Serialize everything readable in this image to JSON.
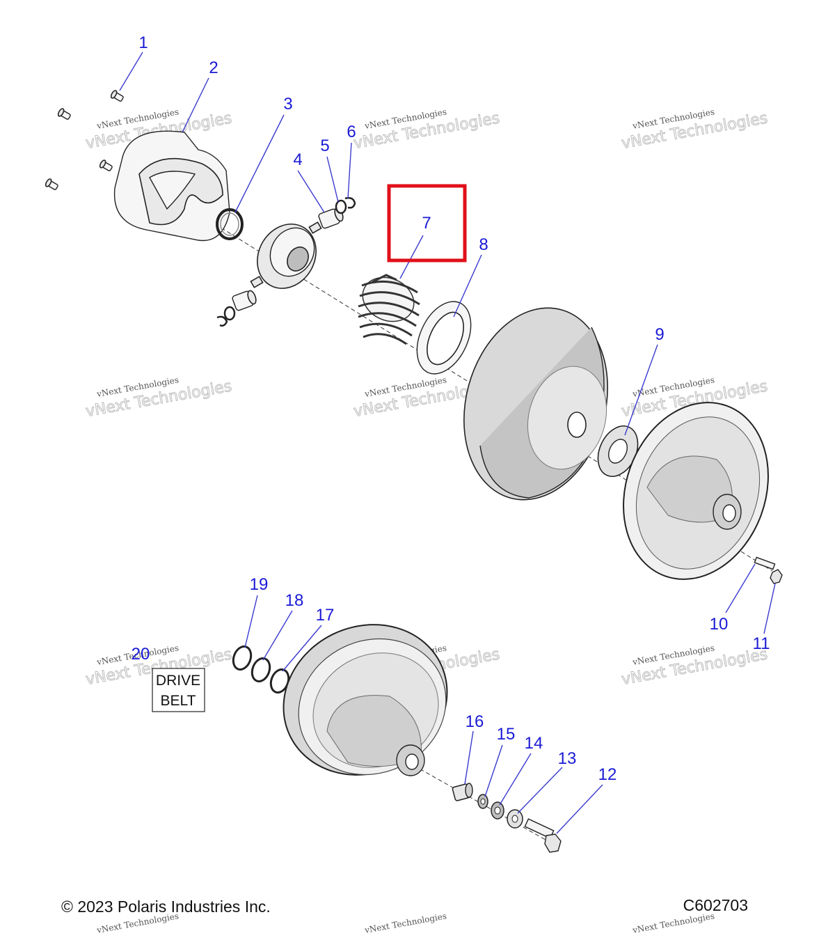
{
  "callouts": [
    "1",
    "2",
    "3",
    "4",
    "5",
    "6",
    "7",
    "8",
    "9",
    "10",
    "11",
    "12",
    "13",
    "14",
    "15",
    "16",
    "17",
    "18",
    "19",
    "20"
  ],
  "highlight_color": "#e0101a",
  "callout_color": "#1a1ad6",
  "drive_belt_label": [
    "DRIVE",
    "BELT"
  ],
  "watermark": {
    "line1": "vNext Technologies",
    "line2": "vNext Technologies"
  },
  "footer": {
    "copyright": "© 2023 Polaris Industries Inc.",
    "figure_code": "C602703"
  }
}
